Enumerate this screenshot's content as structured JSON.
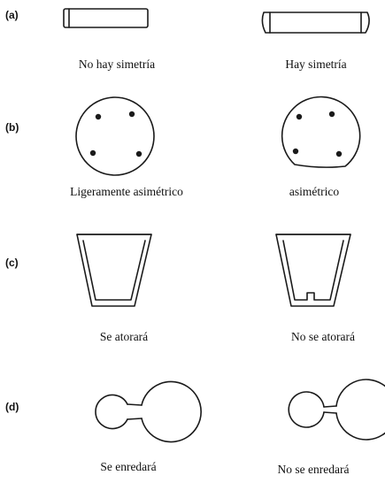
{
  "rows": [
    {
      "label": "(a)",
      "left_caption": "No hay simetría",
      "right_caption": "Hay simetría"
    },
    {
      "label": "(b)",
      "left_caption": "Ligeramente asimétrico",
      "right_caption": "asimétrico"
    },
    {
      "label": "(c)",
      "left_caption": "Se atorará",
      "right_caption": "No se atorará"
    },
    {
      "label": "(d)",
      "left_caption": "Se enredará",
      "right_caption": "No se enredará"
    }
  ]
}
